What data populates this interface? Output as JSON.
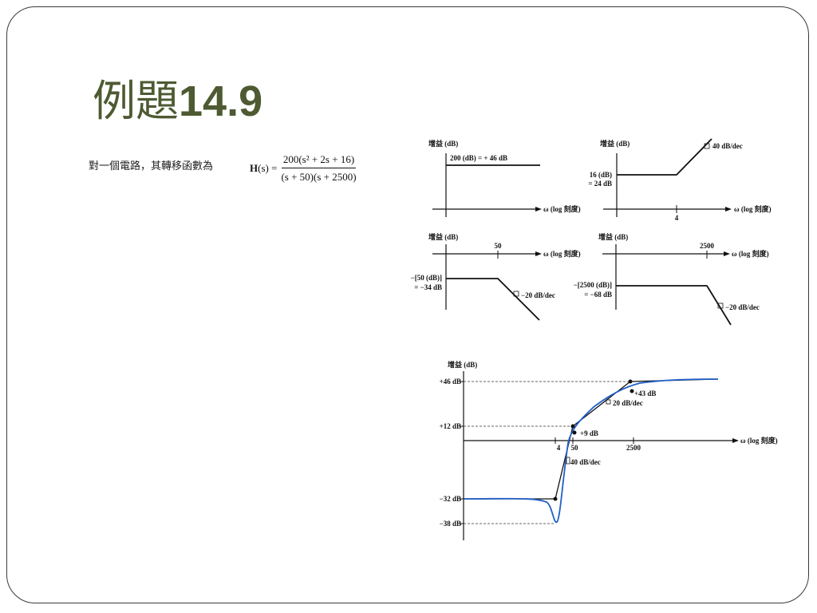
{
  "slide": {
    "title_prefix": "例題",
    "title_number": "14.9",
    "intro_text": "對一個電路，其轉移函數為",
    "formula": {
      "lhs_symbol": "H",
      "lhs_rest": "(s) =",
      "numerator": "200(s² + 2s + 16)",
      "denominator": "(s + 50)(s + 2500)"
    }
  },
  "plots": [
    {
      "id": "constant",
      "y_label": "增益 (dB)",
      "x_label": "ω (log 刻度)",
      "annotations": [
        "200 (dB) = + 46 dB"
      ]
    },
    {
      "id": "zeros",
      "y_label": "增益 (dB)",
      "x_label": "ω (log 刻度)",
      "tick": "4",
      "level_labels": [
        "16 (dB)",
        "= 24 dB"
      ],
      "slope_label": "40 dB/dec"
    },
    {
      "id": "pole-50",
      "y_label": "增益 (dB)",
      "x_label": "ω (log 刻度)",
      "tick": "50",
      "level_labels": [
        "−[50 (dB)]",
        "= −34 dB"
      ],
      "slope_label": "−20 dB/dec"
    },
    {
      "id": "pole-2500",
      "y_label": "增益 (dB)",
      "x_label": "ω (log 刻度)",
      "tick": "2500",
      "level_labels": [
        "−[2500 (dB)]",
        "= −68 dB"
      ],
      "slope_label": "−20 dB/dec"
    }
  ],
  "combined_plot": {
    "y_label": "增益 (dB)",
    "x_label": "ω (log 刻度)",
    "y_ticks": [
      "+46 dB",
      "+12 dB",
      "−32 dB",
      "−38 dB"
    ],
    "x_ticks": [
      "4",
      "50",
      "2500"
    ],
    "annotations": [
      "+43 dB",
      "20 dB/dec",
      "+9 dB",
      "40 dB/dec"
    ],
    "colors": {
      "actual_curve": "#1f5fc8",
      "asymptote": "#111111"
    }
  }
}
